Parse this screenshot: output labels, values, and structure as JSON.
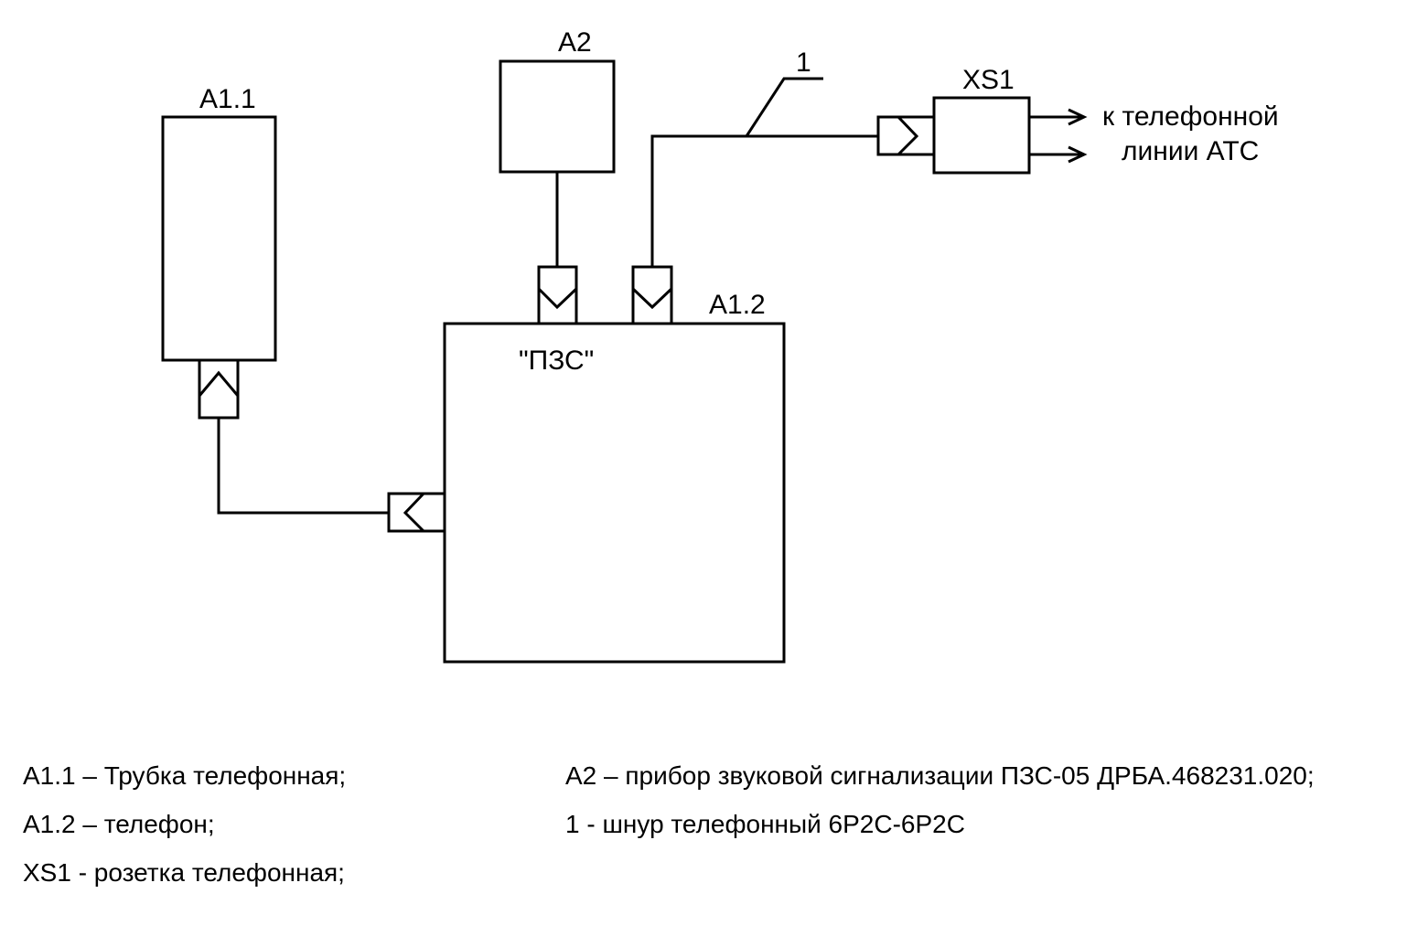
{
  "diagram": {
    "labels": {
      "a1_1": "A1.1",
      "a2": "A2",
      "a1_2": "A1.2",
      "pzs": "\"ПЗС\"",
      "xs1": "XS1",
      "cable": "1",
      "to_line_1": "к телефонной",
      "to_line_2": "линии АТС"
    }
  },
  "legend": {
    "items": [
      "А1.1 – Трубка телефонная;",
      "А1.2 – телефон;",
      "XS1 - розетка телефонная;",
      "А2 – прибор звуковой сигнализации ПЗС-05 ДРБА.468231.020;",
      "1 - шнур телефонный 6Р2С-6Р2С"
    ]
  }
}
